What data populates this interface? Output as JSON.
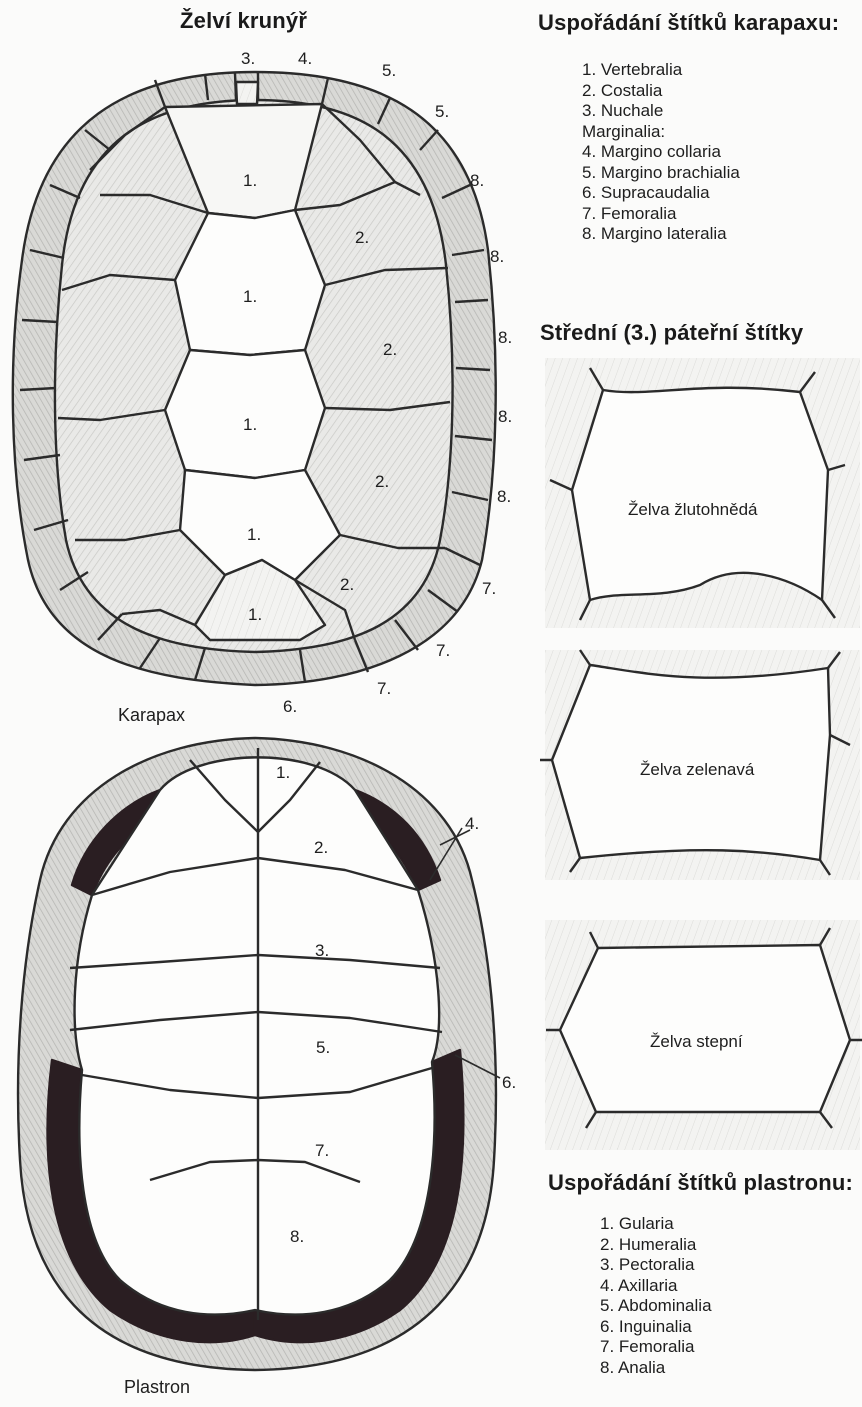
{
  "title": "Želví krunýř",
  "carapace": {
    "heading": "Uspořádání štítků karapaxu:",
    "items": [
      "1. Vertebralia",
      "2. Costalia",
      "3. Nuchale",
      "Marginalia:",
      "4. Margino collaria",
      "5. Margino brachialia",
      "6. Supracaudalia",
      "7. Femoralia",
      "8. Margino lateralia"
    ],
    "caption": "Karapax",
    "labels": {
      "v1a": "1.",
      "v1b": "1.",
      "v1c": "1.",
      "v1d": "1.",
      "v1e": "1.",
      "c2a": "2.",
      "c2b": "2.",
      "c2c": "2.",
      "c2d": "2.",
      "n3": "3.",
      "m4": "4.",
      "m5a": "5.",
      "m5b": "5.",
      "m8a": "8.",
      "m8b": "8.",
      "m8c": "8.",
      "m8d": "8.",
      "m8e": "8.",
      "m7a": "7.",
      "m7b": "7.",
      "m7c": "7.",
      "m6": "6."
    }
  },
  "vertebral": {
    "heading": "Střední (3.) páteřní štítky",
    "species": [
      "Želva žlutohnědá",
      "Želva zelenavá",
      "Želva stepní"
    ]
  },
  "plastron": {
    "heading": "Uspořádání štítků plastronu:",
    "items": [
      "1. Gularia",
      "2. Humeralia",
      "3. Pectoralia",
      "4. Axillaria",
      "5. Abdominalia",
      "6. Inguinalia",
      "7. Femoralia",
      "8. Analia"
    ],
    "caption": "Plastron",
    "labels": {
      "p1": "1.",
      "p2": "2.",
      "p3": "3.",
      "p4": "4.",
      "p5": "5.",
      "p6": "6.",
      "p7": "7.",
      "p8": "8."
    }
  }
}
